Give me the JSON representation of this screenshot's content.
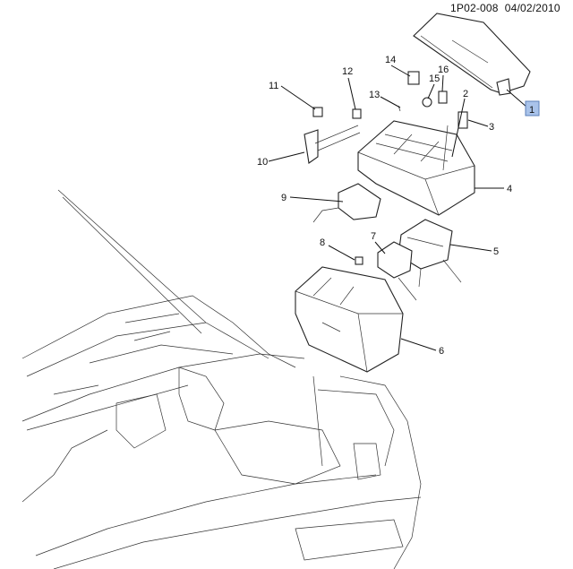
{
  "header": {
    "drawing_id": "1P02-008",
    "date": "04/02/2010"
  },
  "callouts": [
    {
      "number": "1",
      "highlighted": true
    },
    {
      "number": "2"
    },
    {
      "number": "3"
    },
    {
      "number": "4"
    },
    {
      "number": "5"
    },
    {
      "number": "6"
    },
    {
      "number": "7"
    },
    {
      "number": "8"
    },
    {
      "number": "9"
    },
    {
      "number": "10"
    },
    {
      "number": "11"
    },
    {
      "number": "12"
    },
    {
      "number": "13"
    },
    {
      "number": "14"
    },
    {
      "number": "15"
    },
    {
      "number": "16"
    }
  ],
  "colors": {
    "highlight": "#a9c3ea",
    "highlight_border": "#5b7fb8"
  }
}
